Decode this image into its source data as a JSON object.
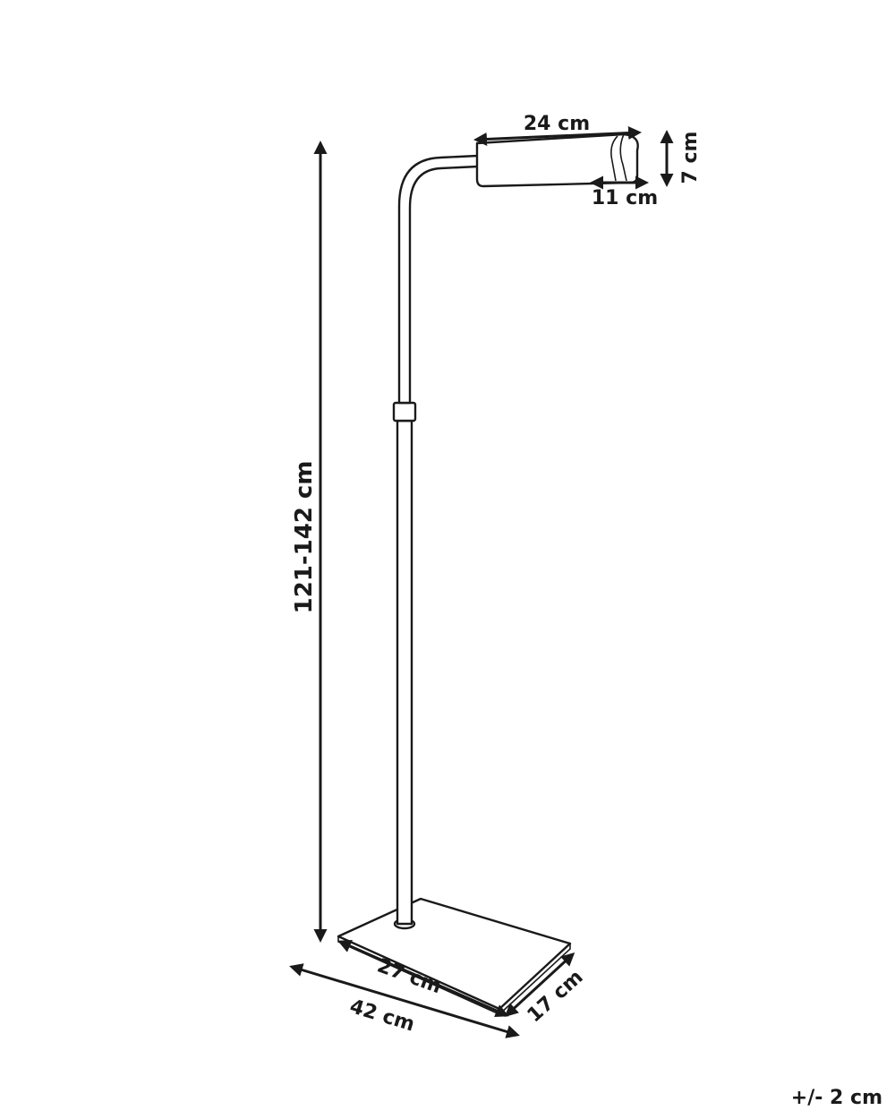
{
  "product": "floor-lamp",
  "dimensions": {
    "total_height": "121-142 cm",
    "shade_length": "24 cm",
    "shade_height": "7 cm",
    "shade_depth": "11 cm",
    "base_length": "27 cm",
    "base_width": "17 cm",
    "total_length": "42 cm"
  },
  "tolerance": "+/- 2 cm",
  "colors": {
    "line": "#1a1a1a",
    "background": "#ffffff"
  }
}
